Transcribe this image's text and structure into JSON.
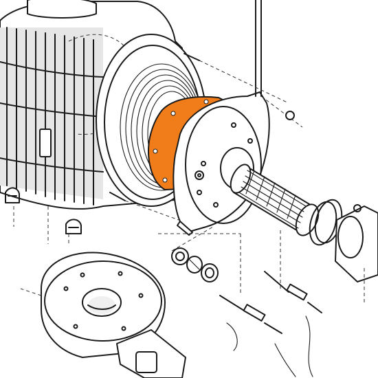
{
  "diagram": {
    "kind": "exploded-parts-view",
    "highlight_color": "#f07d1a",
    "line_color": "#1a1a1a",
    "parts": [
      {
        "name": "heat-exchanger-body"
      },
      {
        "name": "burner-gasket",
        "highlighted": true
      },
      {
        "name": "burner-door-flange"
      },
      {
        "name": "burner-mesh-tube"
      },
      {
        "name": "fan-housing"
      },
      {
        "name": "ignition-electrodes"
      },
      {
        "name": "sight-glass-assembly"
      },
      {
        "name": "gas-mixer-venturi"
      }
    ]
  }
}
